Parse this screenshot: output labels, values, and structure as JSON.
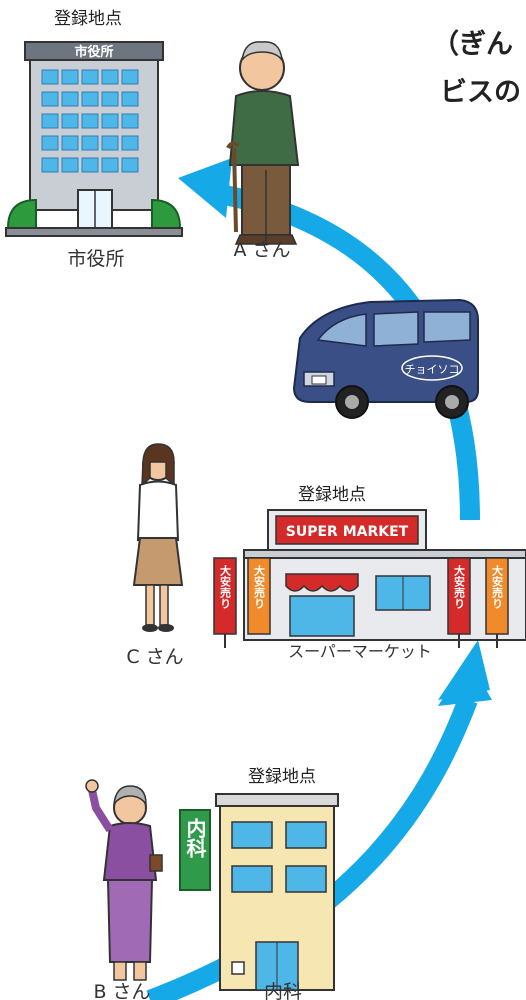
{
  "header": {
    "line1": "（ぎん",
    "line2": "ビスの"
  },
  "city_hall": {
    "sign": "市役所",
    "tag": "登録地点",
    "caption": "市役所"
  },
  "person_a": {
    "caption": "A さん"
  },
  "van": {
    "logo": "チョイソコ"
  },
  "person_c": {
    "caption": "C さん"
  },
  "supermarket": {
    "tag": "登録地点",
    "sign": "SUPER MARKET",
    "caption": "スーパーマーケット",
    "banner_text": "大安売り"
  },
  "clinic": {
    "tag": "登録地点",
    "sign": "内科",
    "caption": "内科"
  },
  "person_b": {
    "caption": "B さん"
  },
  "colors": {
    "route": "#16a9e8",
    "van": "#3a4f86",
    "market_red": "#d42a2a",
    "banner_orange": "#f08a2a",
    "clinic_green": "#2e9a4a"
  }
}
